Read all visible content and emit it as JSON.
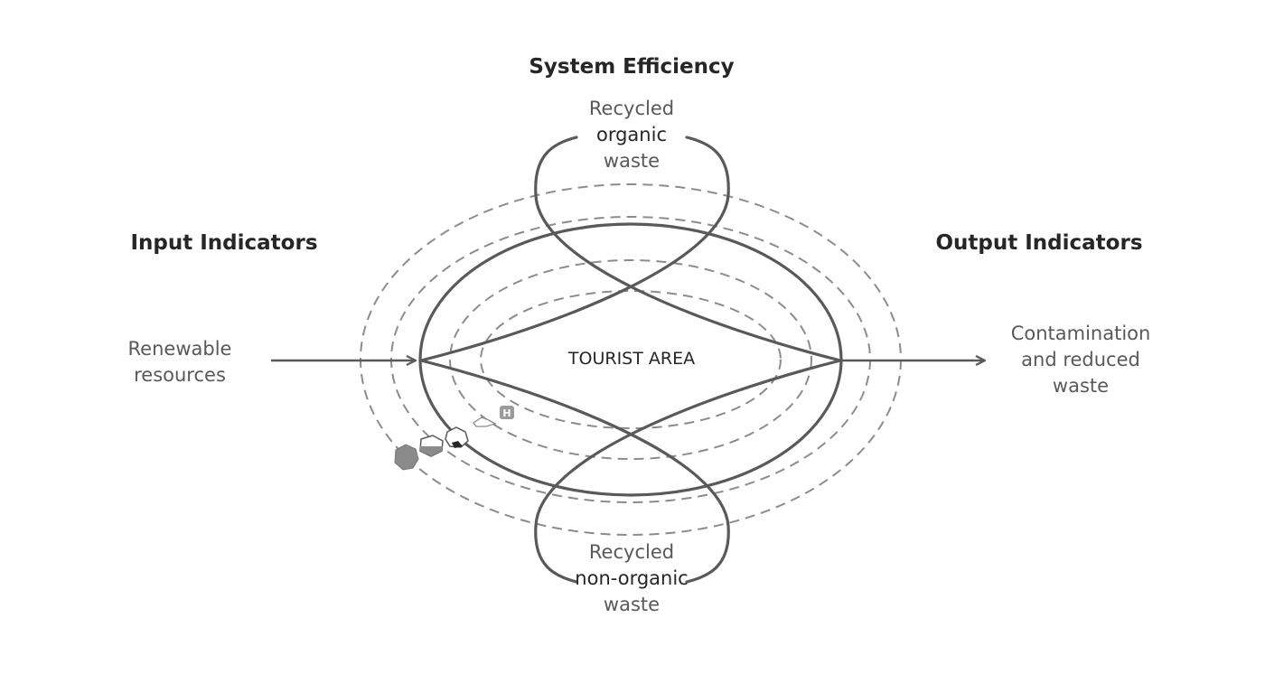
{
  "headers": {
    "system_efficiency": "System Efficiency",
    "input_indicators": "Input Indicators",
    "output_indicators": "Output Indicators"
  },
  "labels": {
    "top": [
      "Recycled",
      "organic",
      "waste"
    ],
    "bottom": [
      "Recycled",
      "non-organic",
      "waste"
    ],
    "left": [
      "Renewable",
      "resources"
    ],
    "right": [
      "Contamination",
      "and reduced",
      "waste"
    ],
    "center": "TOURIST AREA",
    "hotel_badge": "H"
  },
  "colors": {
    "stroke": "#595959",
    "dashed": "#8c8c8c",
    "text_dark": "#262626",
    "text_light": "#595959",
    "island_fill": "#8a8a8a"
  }
}
